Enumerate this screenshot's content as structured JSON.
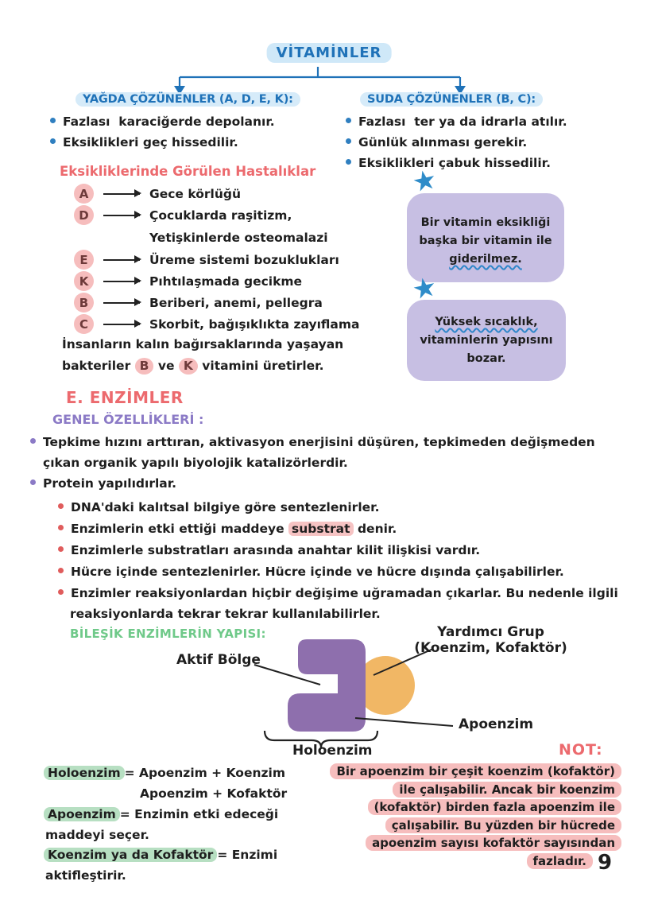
{
  "title": {
    "text": "VİTAMİNLER"
  },
  "colors": {
    "ink": "#1e1e1e",
    "blue": "#1f72b8",
    "blue_highlight": "#cfe8f8",
    "coral": "#ec6a6e",
    "pink_highlight": "#f6bdbd",
    "lavender_box": "#c7bfe3",
    "purple_heading": "#8b7ac6",
    "green_heading": "#6fc989",
    "green_highlight": "#b7dfc2",
    "enzyme_purple": "#8e6fad",
    "cofactor_orange": "#f1b765",
    "star_blue": "#2f8cc9"
  },
  "fat": {
    "heading": "YAĞDA ÇÖZÜNENLER (A, D, E, K):",
    "b1": "Fazlası  karaciğerde depolanır.",
    "b2": "Eksiklikleri geç hissedilir."
  },
  "water": {
    "heading": "SUDA ÇÖZÜNENLER (B, C):",
    "b1": "Fazlası  ter ya da idrarla atılır.",
    "b2": "Günlük alınması gerekir.",
    "b3": "Eksiklikleri çabuk hissedilir."
  },
  "def": {
    "heading": "Eksikliklerinde Görülen Hastalıklar",
    "rows": [
      {
        "vitamin": "A",
        "disease": "Gece körlüğü"
      },
      {
        "vitamin": "D",
        "disease": "Çocuklarda raşitizm,",
        "disease2": "Yetişkinlerde osteomalazi"
      },
      {
        "vitamin": "E",
        "disease": "Üreme sistemi bozuklukları"
      },
      {
        "vitamin": "K",
        "disease": "Pıhtılaşmada gecikme"
      },
      {
        "vitamin": "B",
        "disease": "Beriberi, anemi, pellegra"
      },
      {
        "vitamin": "C",
        "disease": "Skorbit, bağışıklıkta zayıflama"
      }
    ],
    "note1": "İnsanların kalın bağırsaklarında yaşayan",
    "note2_pre": "bakteriler ",
    "note_b": "B",
    "note_mid": " ve ",
    "note_k": "K",
    "note2_post": " vitamini üretirler."
  },
  "boxes": {
    "star": "★",
    "b1l1": "Bir vitamin eksikliği",
    "b1l2": "başka bir vitamin ile",
    "b1l3": "giderilmez.",
    "b2l1": "Yüksek sıcaklık,",
    "b2l2": "vitaminlerin yapısını",
    "b2l3": "bozar."
  },
  "enz": {
    "heading": "E. ENZİMLER",
    "sub": "GENEL ÖZELLİKLERİ :",
    "g1l1": "Tepkime hızını arttıran, aktivasyon enerjisini düşüren, tepkimeden değişmeden",
    "g1l2": "çıkan organik yapılı biyolojik katalizörlerdir.",
    "g2": "Protein yapılıdırlar.",
    "d1": "DNA'daki kalıtsal bilgiye göre sentezlenirler.",
    "d2pre": "Enzimlerin etki ettiği maddeye ",
    "d2hl": "substrat",
    "d2post": " denir.",
    "d3": "Enzimlerle substratları arasında anahtar kilit ilişkisi vardır.",
    "d4": "Hücre içinde sentezlenirler. Hücre içinde ve hücre dışında çalışabilirler.",
    "d5l1": "Enzimler reaksiyonlardan hiçbir değişime uğramadan çıkarlar. Bu nedenle ilgili",
    "d5l2": "reaksiyonlarda tekrar tekrar kullanılabilirler."
  },
  "diagram": {
    "heading": "BİLEŞİK ENZİMLERİN YAPISI:",
    "active": "Aktif Bölge",
    "helper1": "Yardımcı Grup",
    "helper2": "(Koenzim, Kofaktör)",
    "apo": "Apoenzim",
    "holo": "Holoenzim",
    "not": "NOT:"
  },
  "defs": {
    "t1": "Holoenzim",
    "r1": "= Apoenzim + Koenzim",
    "l2": "Apoenzim + Kofaktör",
    "t2": "Apoenzim",
    "r2": "= Enzimin etki edeceği",
    "l4": "maddeyi seçer.",
    "t3": "Koenzim ya da Kofaktör",
    "r3": "= Enzimi",
    "l6": "aktifleştirir."
  },
  "note": {
    "lines": [
      "Bir apoenzim bir çeşit koenzim (kofaktör)",
      "ile çalışabilir. Ancak bir koenzim",
      "(kofaktör) birden fazla apoenzim ile",
      "çalışabilir. Bu yüzden bir hücrede",
      "apoenzim sayısı kofaktör sayısından",
      "fazladır."
    ]
  },
  "page": {
    "number": "9"
  }
}
